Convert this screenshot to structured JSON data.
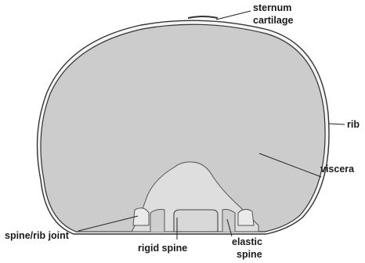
{
  "labels": {
    "sternum_line1": "sternum",
    "sternum_line2": "cartilage",
    "rib": "rib",
    "viscera": "viscera",
    "spine_rib_joint": "spine/rib joint",
    "rigid_spine": "rigid spine",
    "elastic_line1": "elastic",
    "elastic_line2": "spine"
  },
  "colors": {
    "viscera_fill": "#cccccc",
    "spine_fill": "#dedede",
    "outline": "#333333",
    "background": "#ffffff"
  }
}
